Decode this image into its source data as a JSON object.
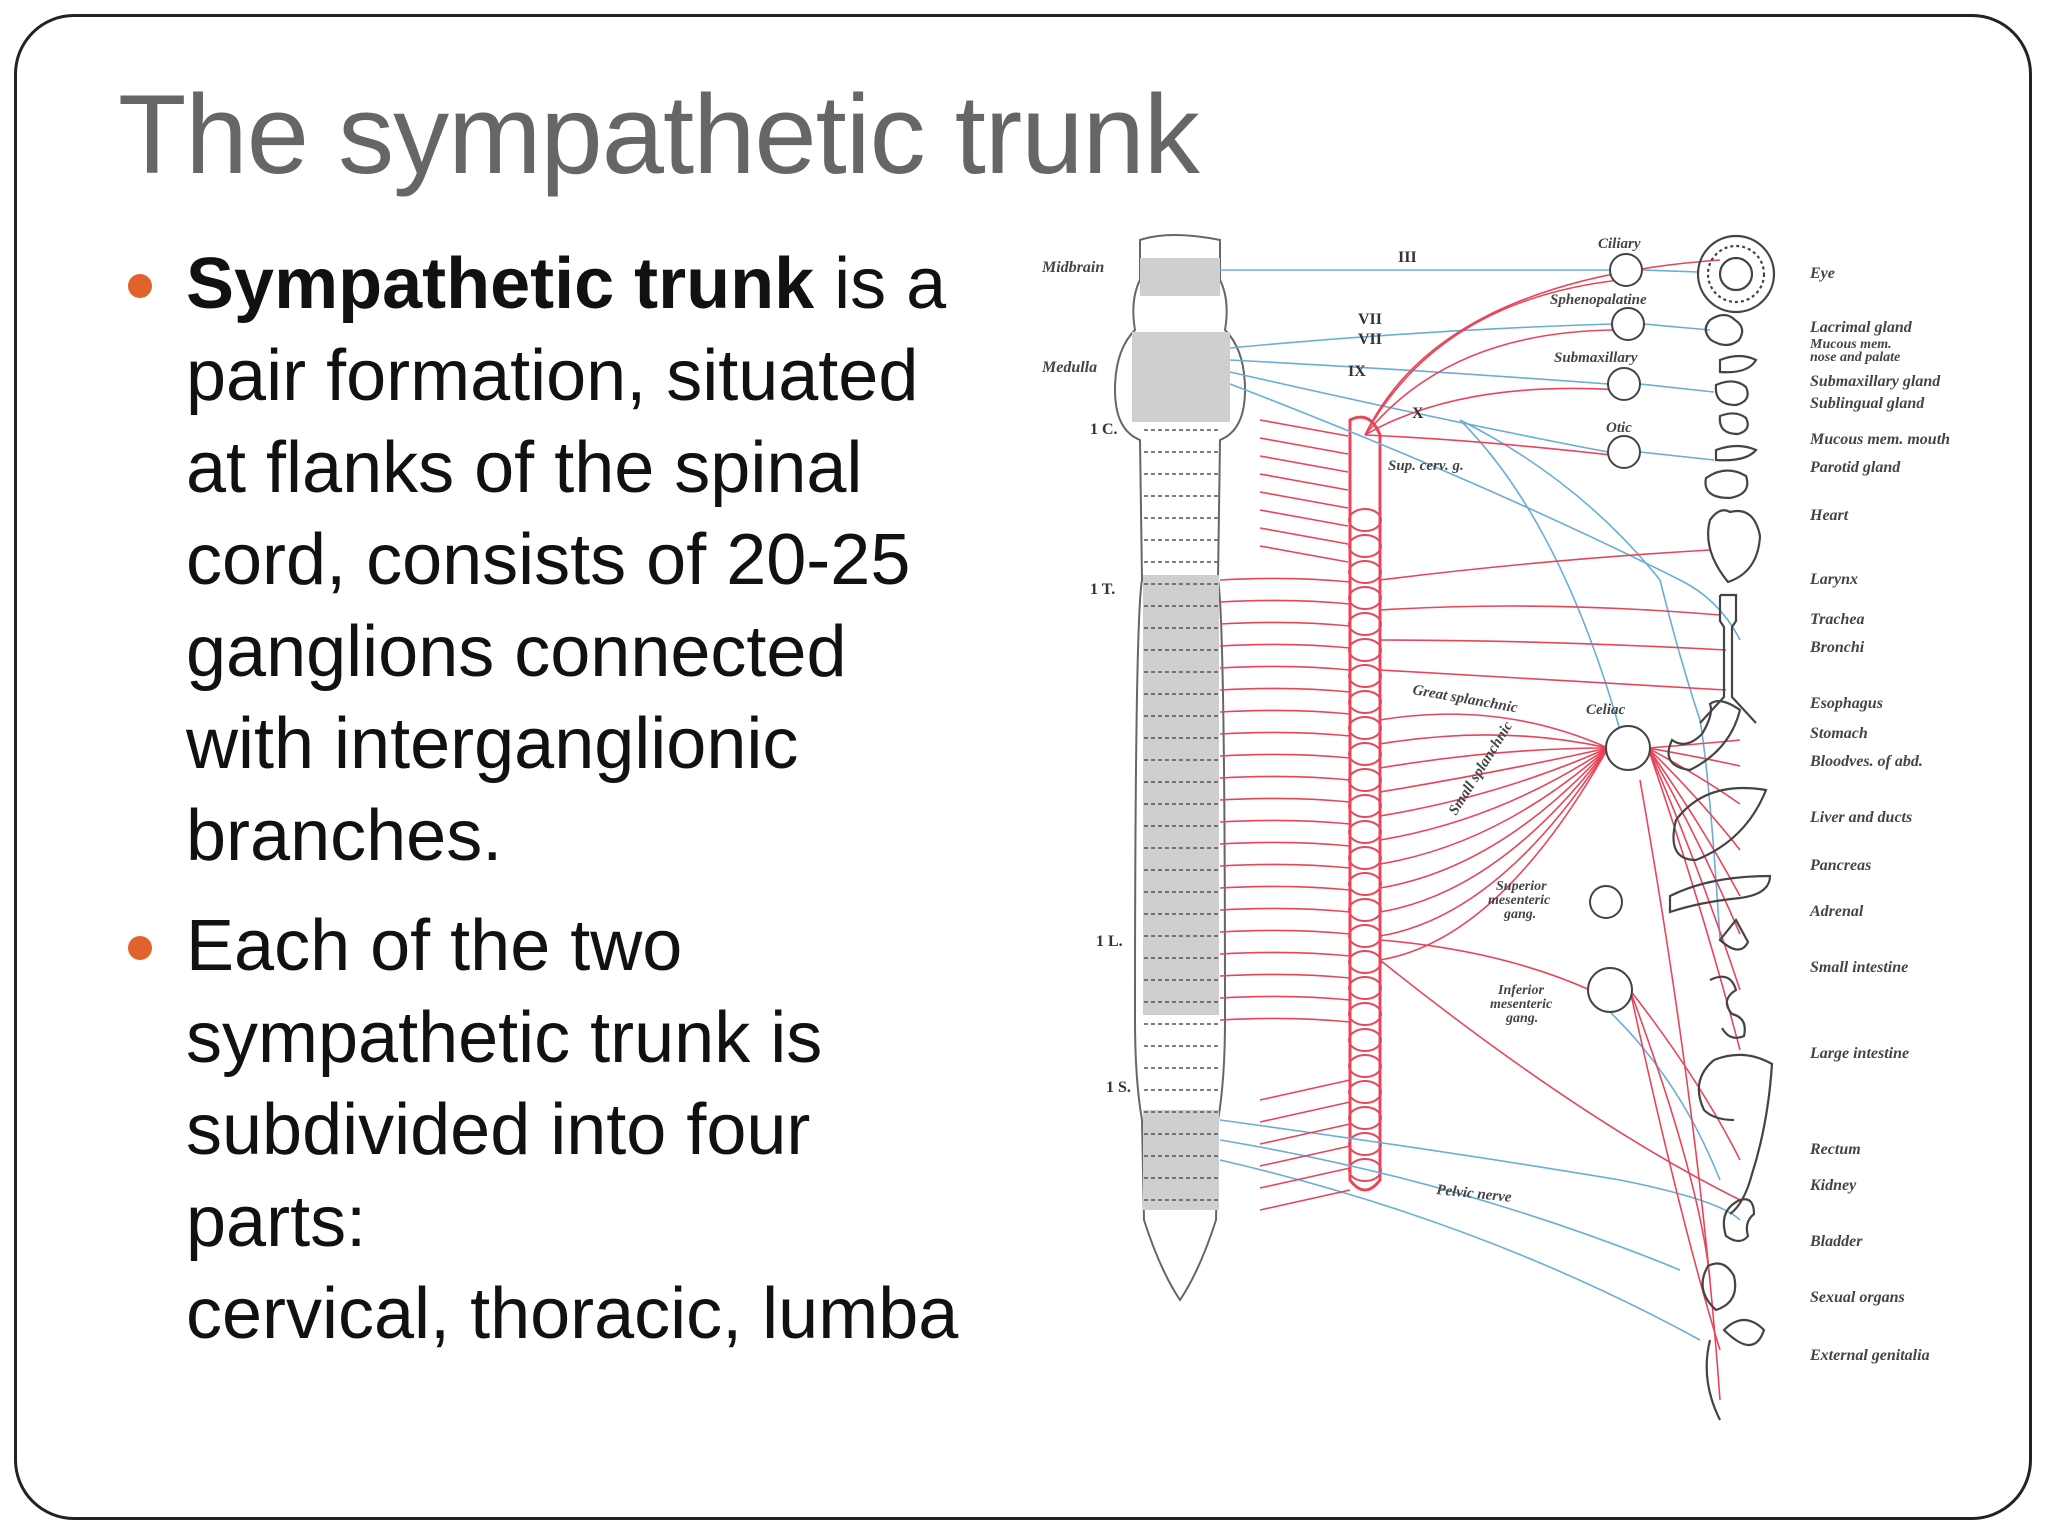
{
  "slide": {
    "title": "The sympathetic trunk",
    "accent_color": "#e0622c",
    "bullets": [
      {
        "bold": "Sympathetic trunk",
        "line1_rest": " is a",
        "lines": [
          "pair formation, situated",
          "at flanks of the spinal",
          "cord,  consists of 20-25",
          "ganglions connected",
          "with interganglionic",
          "branches."
        ]
      },
      {
        "lines": [
          "Each of the two",
          "sympathetic trunk is",
          "subdivided into four",
          "parts:",
          "cervical, thoracic, lumba"
        ]
      }
    ]
  },
  "diagram": {
    "colors": {
      "sympathetic": "#e8455a",
      "parasympathetic": "#6aaed6",
      "shading": "#c8c8c8"
    },
    "cord_labels": {
      "midbrain": "Midbrain",
      "medulla": "Medulla",
      "c1": "1 C.",
      "t1": "1 T.",
      "l1": "1 L.",
      "s1": "1 S."
    },
    "nerve_labels": {
      "iii": "III",
      "vii_a": "VII",
      "vii_b": "VII",
      "ix": "IX",
      "x": "X"
    },
    "ganglion_labels": {
      "ciliary": "Ciliary",
      "sphenopalatine": "Sphenopalatine",
      "submaxillary": "Submaxillary",
      "otic": "Otic",
      "sup_cerv": "Sup. cerv. g.",
      "great_splanchnic": "Great splanchnic",
      "celiac": "Celiac",
      "small_splanchnic": "Small splanchnic",
      "superior_mesenteric": [
        "Superior",
        "mesenteric",
        "gang."
      ],
      "inferior_mesenteric": [
        "Inferior",
        "mesenteric",
        "gang."
      ],
      "pelvic_nerve": "Pelvic nerve"
    },
    "organs": [
      [
        "Eye"
      ],
      [
        "Lacrimal gland"
      ],
      [
        "Mucous mem.",
        "nose and palate"
      ],
      [
        "Submaxillary gland"
      ],
      [
        "Sublingual gland"
      ],
      [
        "Mucous mem. mouth"
      ],
      [
        "Parotid gland"
      ],
      [
        "Heart"
      ],
      [
        "Larynx"
      ],
      [
        "Trachea"
      ],
      [
        "Bronchi"
      ],
      [
        "Esophagus"
      ],
      [
        "Stomach"
      ],
      [
        "Bloodves. of abd."
      ],
      [
        "Liver and ducts"
      ],
      [
        "Pancreas"
      ],
      [
        "Adrenal"
      ],
      [
        "Small intestine"
      ],
      [
        "Large intestine"
      ],
      [
        "Rectum"
      ],
      [
        "Kidney"
      ],
      [
        "Bladder"
      ],
      [
        "Sexual organs"
      ],
      [
        "External genitalia"
      ]
    ]
  }
}
